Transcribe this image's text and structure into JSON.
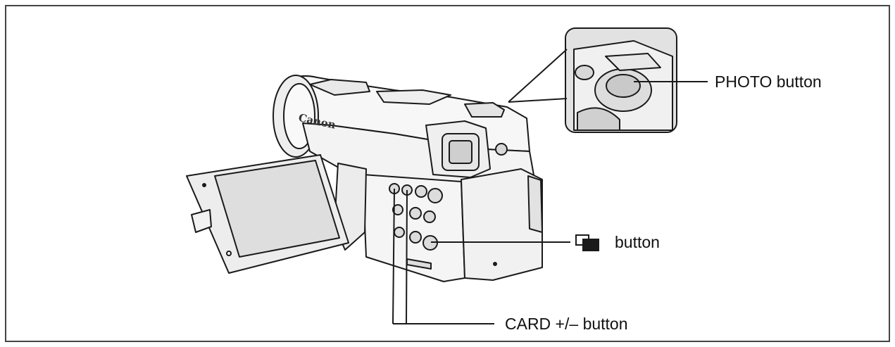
{
  "labels": {
    "photo_button": "PHOTO button",
    "view_button": "button",
    "card_button": "CARD +/– button"
  },
  "brand_logo": "Canon",
  "colors": {
    "ink": "#1a1a1a",
    "body_fill": "#f7f7f7",
    "inset_bg": "#e2e2e2",
    "panel_border": "#444444"
  },
  "icons": {
    "view_button_icon": "overlapping-rectangles-icon"
  }
}
